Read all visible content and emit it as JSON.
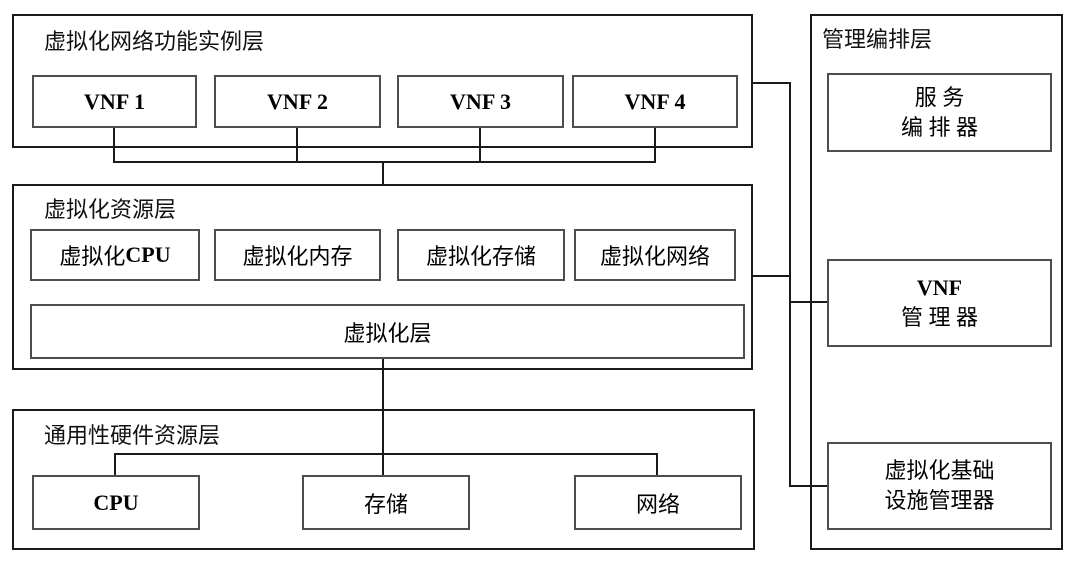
{
  "diagram": {
    "background": "#ffffff",
    "line_color": "#1a1a1a",
    "layers": {
      "vnf_instance": {
        "title": "虚拟化网络功能实例层",
        "boxes": [
          {
            "label": "VNF 1"
          },
          {
            "label": "VNF 2"
          },
          {
            "label": "VNF 3"
          },
          {
            "label": "VNF 4"
          }
        ]
      },
      "virtual_resource": {
        "title": "虚拟化资源层",
        "boxes": [
          {
            "zh": "虚拟化",
            "en": "CPU"
          },
          {
            "zh": "虚拟化内存",
            "en": ""
          },
          {
            "zh": "虚拟化存储",
            "en": ""
          },
          {
            "zh": "虚拟化网络",
            "en": ""
          }
        ],
        "virtualization_layer": {
          "label": "虚拟化层"
        }
      },
      "hardware": {
        "title": "通用性硬件资源层",
        "boxes": [
          {
            "zh": "",
            "en": "CPU"
          },
          {
            "zh": "存储",
            "en": ""
          },
          {
            "zh": "网络",
            "en": ""
          }
        ]
      },
      "mano": {
        "title": "管理编排层",
        "boxes": [
          {
            "line1": "服 务",
            "line2": "编 排 器"
          },
          {
            "line1": "VNF",
            "line2": "管 理 器"
          },
          {
            "line1": "虚拟化基础",
            "line2": "设施管理器"
          }
        ]
      }
    }
  }
}
